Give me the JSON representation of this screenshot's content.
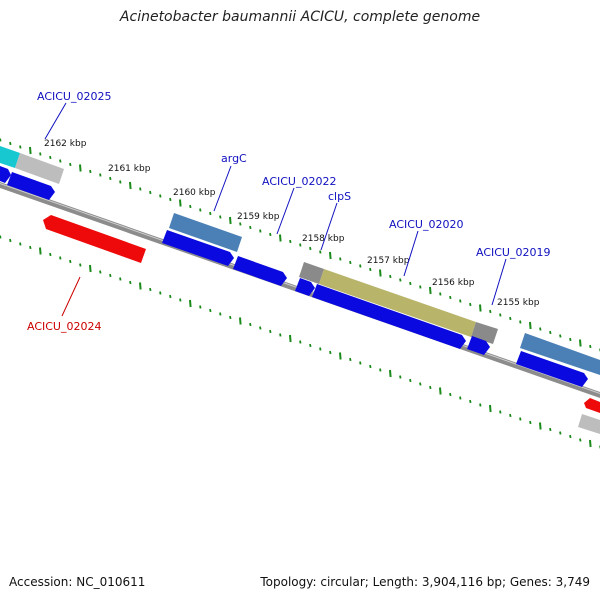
{
  "title": "Acinetobacter baumannii ACICU, complete genome",
  "footer": {
    "accession": "Accession: NC_010611",
    "topology": "Topology: circular; Length: 3,904,116 bp; Genes: 3,749"
  },
  "ticks": [
    "2162 kbp",
    "2161 kbp",
    "2160 kbp",
    "2159 kbp",
    "2158 kbp",
    "2157 kbp",
    "2156 kbp",
    "2155 kbp"
  ],
  "gene_labels": [
    {
      "text": "ACICU_02025",
      "color": "#1010c0"
    },
    {
      "text": "argC",
      "color": "#1010c0"
    },
    {
      "text": "ACICU_02022",
      "color": "#1010c0"
    },
    {
      "text": "clpS",
      "color": "#1010c0"
    },
    {
      "text": "ACICU_02020",
      "color": "#1010c0"
    },
    {
      "text": "ACICU_02019",
      "color": "#1010c0"
    },
    {
      "text": "ACICU_02024",
      "color": "#cc0000"
    }
  ],
  "colors": {
    "cds_forward": "#0a0ae0",
    "cds_reverse": "#ee0a0a",
    "gene_steelblue": "#4a80b6",
    "gene_olive": "#b8b46a",
    "gene_gray": "#8a8a8a",
    "gene_lightgray": "#bdbdbd",
    "gene_cyan": "#18c8d0",
    "backbone": "#8c8c8c",
    "tick": "#1a8a1a"
  }
}
